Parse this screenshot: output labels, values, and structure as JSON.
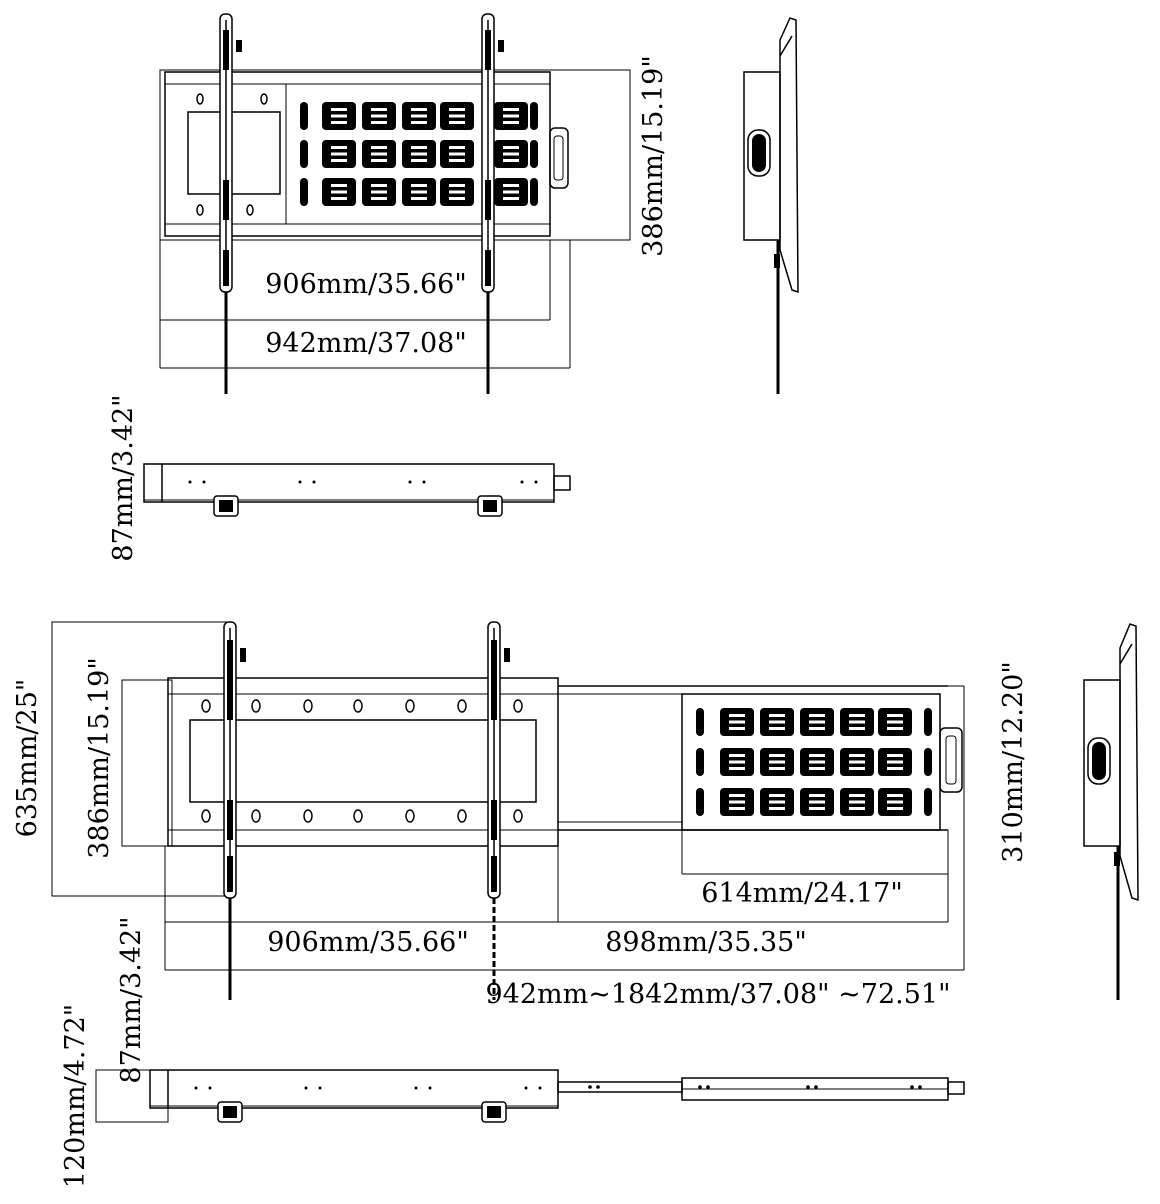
{
  "top_assembly": {
    "height_label": "386mm/15.19\"",
    "hole_span_label": "906mm/35.66\"",
    "width_label": "942mm/37.08\"",
    "depth_label": "87mm/3.42\""
  },
  "bottom_assembly": {
    "max_height_label": "635mm/25\"",
    "height_label": "386mm/15.19\"",
    "ext_height_label": "310mm/12.20\"",
    "ext_panel_width_label": "614mm/24.17\"",
    "hole_span_label": "906mm/35.66\"",
    "ext_span_label": "898mm/35.35\"",
    "range_label": "942mm~1842mm/37.08\" ~72.51\"",
    "depth_label": "87mm/3.42\"",
    "ext_depth_label": "120mm/4.72\""
  }
}
